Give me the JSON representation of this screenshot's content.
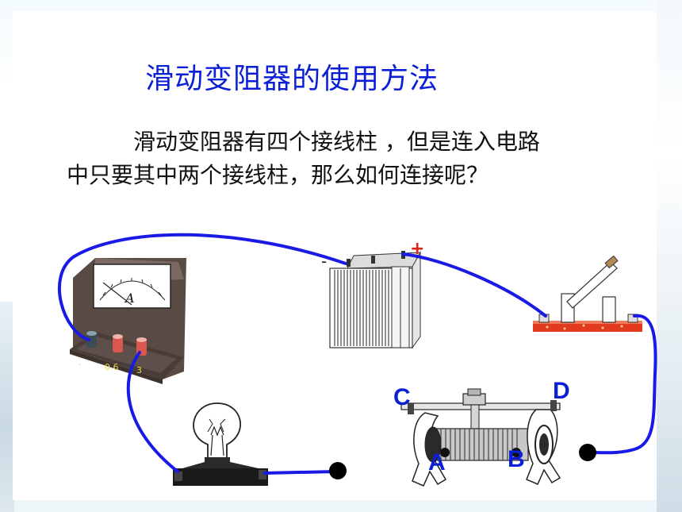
{
  "title": "滑动变阻器的使用方法",
  "paragraph": {
    "line1": "滑动变阻器有四个接线柱 ，但是连入电路",
    "line2": "中只要其中两个接线柱，那么如何连接呢？"
  },
  "ammeter": {
    "dial_symbol": "A",
    "terminal_minus": "-",
    "terminal_06": "0.6",
    "terminal_3": "3"
  },
  "battery": {
    "minus": "-",
    "plus": "+"
  },
  "rheostat_terminals": {
    "A": "A",
    "B": "B",
    "C": "C",
    "D": "D"
  },
  "colors": {
    "title": "#0b1fd6",
    "wire": "#1a1ae6",
    "label": "#0b1fd6",
    "plus_sign": "#e0201a"
  }
}
